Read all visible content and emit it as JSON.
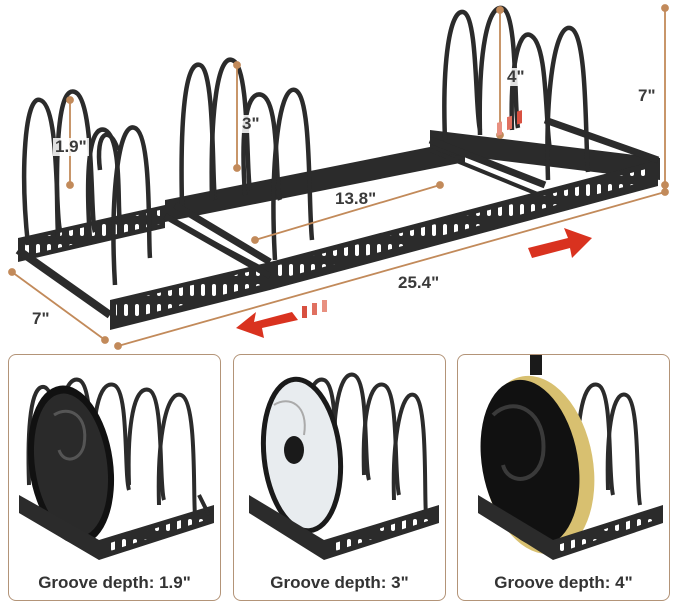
{
  "dimensions": {
    "groove_small": "1.9\"",
    "groove_medium": "3\"",
    "groove_large": "4\"",
    "height": "7\"",
    "width": "7\"",
    "min_length": "13.8\"",
    "max_length": "25.4\""
  },
  "panels": [
    {
      "caption": "Groove depth: 1.9\""
    },
    {
      "caption": "Groove depth: 3\""
    },
    {
      "caption": "Groove depth: 4\""
    }
  ],
  "colors": {
    "rack": "#2b2b2b",
    "arrow": "#d9321f",
    "dimension_line": "#c28a5a",
    "panel_border": "#b39478",
    "pan_rim": "#d8c070"
  }
}
